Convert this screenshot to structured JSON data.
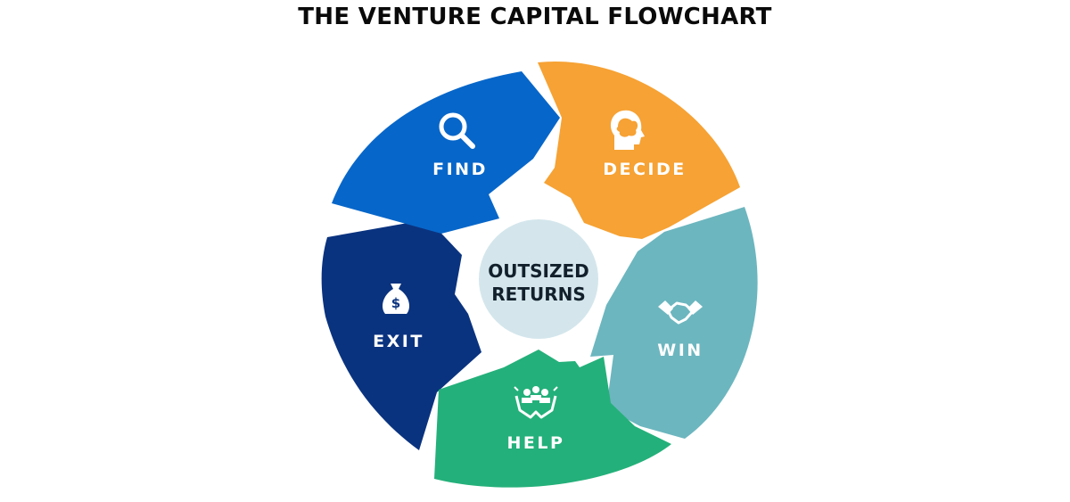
{
  "title": "THE VENTURE CAPITAL FLOWCHART",
  "center": {
    "lines": [
      "OUTSIZED",
      "RETURNS"
    ],
    "color": "#d4e6ec"
  },
  "segments": [
    {
      "id": "find",
      "label": "FIND",
      "icon": "magnifier-icon",
      "color": "#0766c9"
    },
    {
      "id": "decide",
      "label": "DECIDE",
      "icon": "brain-head-icon",
      "color": "#f6a234"
    },
    {
      "id": "win",
      "label": "WIN",
      "icon": "handshake-icon",
      "color": "#6cb6bf"
    },
    {
      "id": "help",
      "label": "HELP",
      "icon": "people-hands-icon",
      "color": "#24b07a"
    },
    {
      "id": "exit",
      "label": "EXIT",
      "icon": "money-bag-icon",
      "color": "#0a337f"
    }
  ]
}
